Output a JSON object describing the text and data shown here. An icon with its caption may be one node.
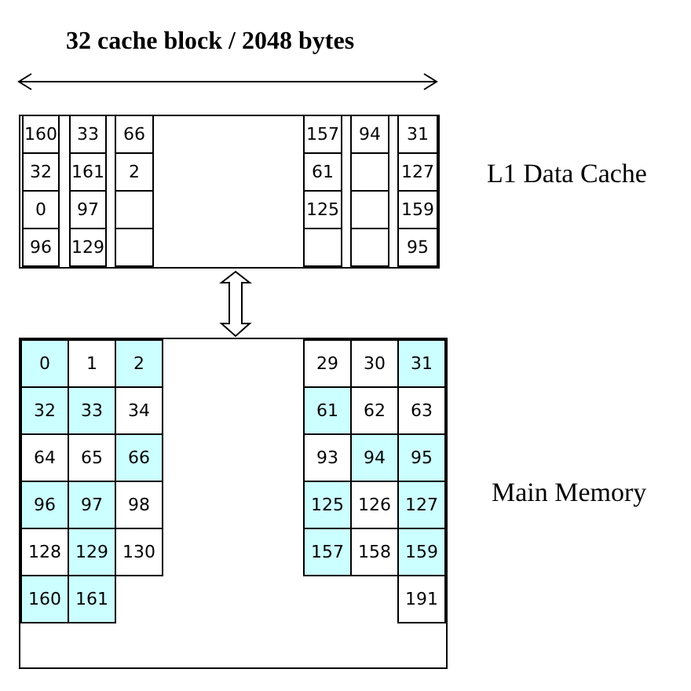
{
  "diagram": {
    "nodes": [
      {
        "text": [],
        "shape": "box",
        "beside": [
          "L1 Data Cache"
        ]
      },
      {
        "text": [
          "160"
        ],
        "in": 0
      },
      {
        "text": [
          "33"
        ],
        "in": 0
      },
      {
        "text": [
          "66"
        ],
        "in": 0
      },
      {
        "text": [
          "157"
        ],
        "in": 0
      },
      {
        "text": [
          "94"
        ],
        "in": 0
      },
      {
        "text": [
          "31"
        ],
        "in": 0
      },
      {
        "text": [
          "32"
        ],
        "in": 0
      },
      {
        "text": [
          "161"
        ],
        "in": 0
      },
      {
        "text": [
          "2"
        ],
        "in": 0
      },
      {
        "text": [
          "61"
        ],
        "in": 0
      },
      {
        "text": [],
        "shape": "box",
        "in": 0
      },
      {
        "text": [
          "127"
        ],
        "in": 0
      },
      {
        "text": [
          "0"
        ],
        "in": 0
      },
      {
        "text": [
          "97"
        ],
        "in": 0
      },
      {
        "text": [],
        "shape": "box",
        "in": 0
      },
      {
        "text": [
          "125"
        ],
        "in": 0
      },
      {
        "text": [],
        "shape": "box",
        "in": 0
      },
      {
        "text": [
          "159"
        ],
        "in": 0
      },
      {
        "text": [
          "96"
        ],
        "in": 0
      },
      {
        "text": [
          "129"
        ],
        "in": 0
      },
      {
        "text": [],
        "shape": "box",
        "in": 0
      },
      {
        "text": [],
        "shape": "box",
        "in": 0
      },
      {
        "text": [],
        "shape": "box",
        "in": 0
      },
      {
        "text": [
          "95"
        ],
        "in": 0
      },
      {
        "text": [],
        "shape": "box",
        "beside": [
          "Main Memory"
        ]
      },
      {
        "text": [
          "0"
        ],
        "in": 25
      },
      {
        "text": [
          "1"
        ],
        "in": 25
      },
      {
        "text": [
          "2"
        ],
        "in": 25
      },
      {
        "text": [
          "29"
        ],
        "in": 25
      },
      {
        "text": [
          "30"
        ],
        "in": 25
      },
      {
        "text": [
          "31"
        ],
        "in": 25
      },
      {
        "text": [
          "32"
        ],
        "in": 25
      },
      {
        "text": [
          "33"
        ],
        "in": 25
      },
      {
        "text": [
          "34"
        ],
        "in": 25
      },
      {
        "text": [
          "61"
        ],
        "in": 25
      },
      {
        "text": [
          "62"
        ],
        "in": 25
      },
      {
        "text": [
          "63"
        ],
        "in": 25
      },
      {
        "text": [
          "64"
        ],
        "in": 25
      },
      {
        "text": [
          "65"
        ],
        "in": 25
      },
      {
        "text": [
          "66"
        ],
        "in": 25
      },
      {
        "text": [
          "93"
        ],
        "in": 25
      },
      {
        "text": [
          "94"
        ],
        "in": 25
      },
      {
        "text": [
          "95"
        ],
        "in": 25
      },
      {
        "text": [
          "96"
        ],
        "in": 25
      },
      {
        "text": [
          "97"
        ],
        "in": 25
      },
      {
        "text": [
          "98"
        ],
        "in": 25
      },
      {
        "text": [
          "125"
        ],
        "in": 25
      },
      {
        "text": [
          "126"
        ],
        "in": 25
      },
      {
        "text": [
          "127"
        ],
        "in": 25
      },
      {
        "text": [
          "128"
        ],
        "in": 25
      },
      {
        "text": [
          "129"
        ],
        "in": 25
      },
      {
        "text": [
          "130"
        ],
        "in": 25
      },
      {
        "text": [
          "157"
        ],
        "in": 25
      },
      {
        "text": [
          "158"
        ],
        "in": 25
      },
      {
        "text": [
          "159"
        ],
        "in": 25
      },
      {
        "text": [
          "160"
        ],
        "in": 25
      },
      {
        "text": [
          "161"
        ],
        "in": 25
      },
      {
        "text": [
          "191"
        ],
        "in": 25
      }
    ],
    "edges": [
      {
        "from": 0,
        "to": 25,
        "arrow": "both"
      }
    ],
    "labels": [
      "32 cache block / 2048 bytes"
    ]
  }
}
